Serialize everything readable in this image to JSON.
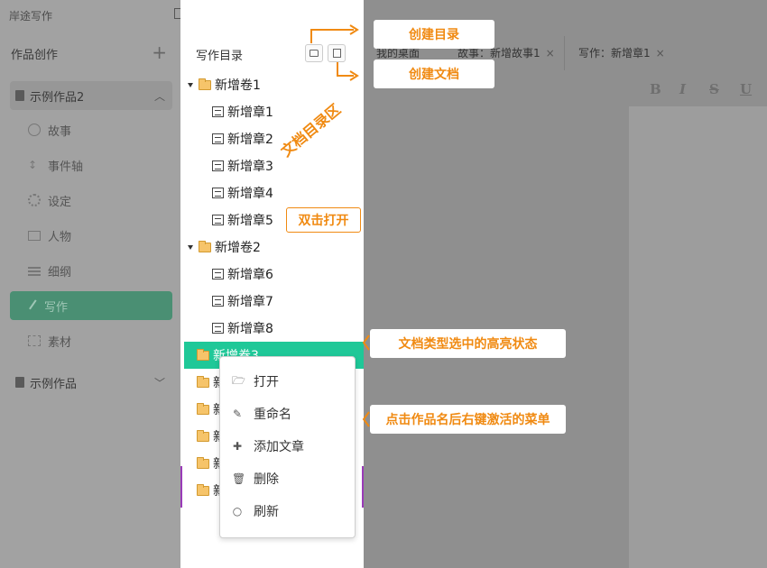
{
  "app": {
    "title": "岸途写作"
  },
  "sidebar": {
    "section_title": "作品创作",
    "add_symbol": "+",
    "active_work": "示例作品2",
    "nav": [
      {
        "label": "故事",
        "icon": "globe-icon"
      },
      {
        "label": "事件轴",
        "icon": "sort-icon"
      },
      {
        "label": "设定",
        "icon": "gear-icon"
      },
      {
        "label": "人物",
        "icon": "id-card-icon"
      },
      {
        "label": "细纲",
        "icon": "list-icon"
      },
      {
        "label": "写作",
        "icon": "pencil-icon"
      },
      {
        "label": "素材",
        "icon": "image-icon"
      }
    ],
    "other_work": "示例作品"
  },
  "directory": {
    "title": "写作目录",
    "volumes": [
      {
        "label": "新增卷1",
        "chapters": [
          "新增章1",
          "新增章2",
          "新增章3",
          "新增章4",
          "新增章5"
        ]
      },
      {
        "label": "新增卷2",
        "chapters": [
          "新增章6",
          "新增章7",
          "新增章8"
        ]
      },
      {
        "label": "新增卷3"
      }
    ],
    "truncated_rows": [
      "新",
      "新",
      "新",
      "新",
      "新"
    ]
  },
  "context_menu": {
    "items": [
      {
        "label": "打开",
        "icon": "folder-open-icon",
        "glyph": "🗁"
      },
      {
        "label": "重命名",
        "icon": "pencil-icon",
        "glyph": "✎"
      },
      {
        "label": "添加文章",
        "icon": "plus-icon",
        "glyph": "✚"
      },
      {
        "label": "删除",
        "icon": "trash-icon",
        "glyph": "🗑"
      },
      {
        "label": "刷新",
        "icon": "refresh-icon",
        "glyph": "○"
      }
    ]
  },
  "tabs": [
    {
      "label": "我的桌面",
      "closable": false
    },
    {
      "label": "故事：新增故事1",
      "closable": true
    },
    {
      "label": "写作：新增章1",
      "closable": true
    }
  ],
  "tab_close": "×",
  "formatting": [
    "B",
    "I",
    "S",
    "U"
  ],
  "annotations": {
    "create_dir": "创建目录",
    "create_doc": "创建文档",
    "doc_area": "文档目录区",
    "double_click": "双击打开",
    "highlight": "文档类型选中的高亮状态",
    "context_menu": "点击作品名后右键激活的菜单"
  },
  "colors": {
    "accent": "#1fc898",
    "annotation": "#f08a12",
    "nav_active": "#4a8f73"
  }
}
